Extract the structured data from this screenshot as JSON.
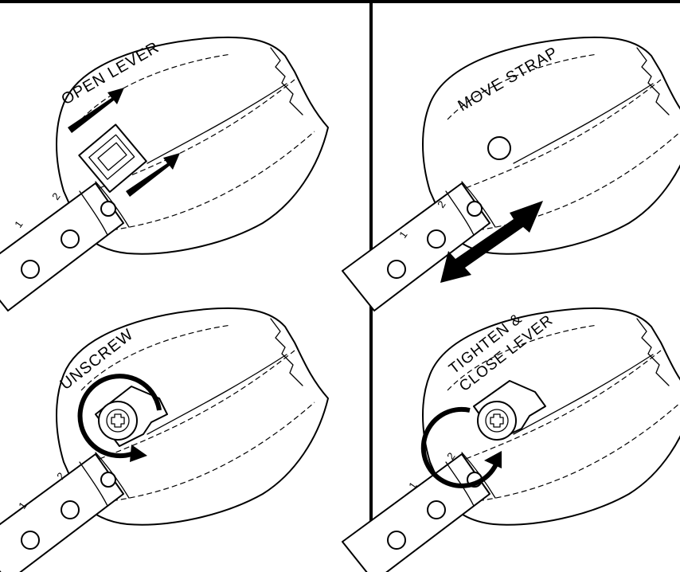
{
  "panels": {
    "open_lever": {
      "label": "OPEN LEVER",
      "strap_numbers": [
        "1",
        "2"
      ]
    },
    "move_strap": {
      "label": "MOVE STRAP",
      "strap_numbers": [
        "1",
        "2"
      ]
    },
    "unscrew": {
      "label": "UNSCREW",
      "strap_numbers": [
        "1",
        "2"
      ]
    },
    "tighten_close": {
      "label_line1": "TIGHTEN &",
      "label_line2": "CLOSE LEVER",
      "strap_numbers": [
        "1",
        "2"
      ]
    }
  },
  "colors": {
    "ink": "#000000",
    "background": "#ffffff"
  }
}
